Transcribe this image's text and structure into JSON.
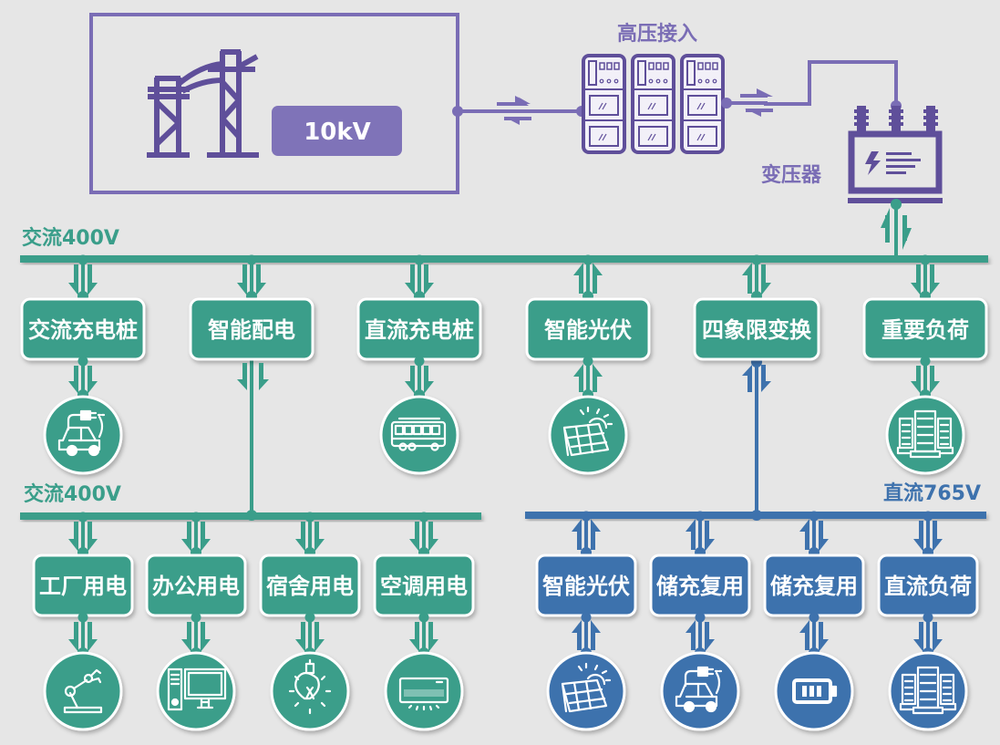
{
  "colors": {
    "purple": "#7a6db5",
    "purple_dark": "#5f4f9a",
    "green": "#3a9e8a",
    "blue": "#3e72ad",
    "background": "#e6e6e6",
    "white": "#ffffff"
  },
  "source": {
    "label": "10kV",
    "icon": "power-tower-icon"
  },
  "switchgear": {
    "label": "高压接入",
    "icon": "switchgear-cabinet-icon"
  },
  "transformer": {
    "label": "变压器",
    "icon": "transformer-icon"
  },
  "buses": {
    "ac_top": {
      "label": "交流400V",
      "color": "green"
    },
    "ac_bottom": {
      "label": "交流400V",
      "color": "green"
    },
    "dc": {
      "label": "直流765V",
      "color": "blue"
    }
  },
  "top_row": [
    {
      "label": "交流充电桩",
      "up": "down",
      "down": "down",
      "icon": "ev-charging-car-icon"
    },
    {
      "label": "智能配电",
      "up": "down",
      "down": "down",
      "icon": null
    },
    {
      "label": "直流充电桩",
      "up": "down",
      "down": "down",
      "icon": "electric-bus-icon"
    },
    {
      "label": "智能光伏",
      "up": "up",
      "down": "up",
      "icon": "solar-panel-icon"
    },
    {
      "label": "四象限变换",
      "up": "bi",
      "down": "bi",
      "icon": null
    },
    {
      "label": "重要负荷",
      "up": "down",
      "down": "down",
      "icon": "server-rack-icon"
    }
  ],
  "ac_row": [
    {
      "label": "工厂用电",
      "icon": "robot-arm-icon"
    },
    {
      "label": "办公用电",
      "icon": "desktop-computer-icon"
    },
    {
      "label": "宿舍用电",
      "icon": "light-bulb-icon"
    },
    {
      "label": "空调用电",
      "icon": "air-conditioner-icon"
    }
  ],
  "dc_row": [
    {
      "label": "智能光伏",
      "dir": "up",
      "icon": "solar-panel-icon"
    },
    {
      "label": "储充复用",
      "dir": "bi",
      "icon": "ev-charging-car-icon"
    },
    {
      "label": "储充复用",
      "dir": "bi",
      "icon": "battery-icon"
    },
    {
      "label": "直流负荷",
      "dir": "down",
      "icon": "server-rack-icon"
    }
  ]
}
